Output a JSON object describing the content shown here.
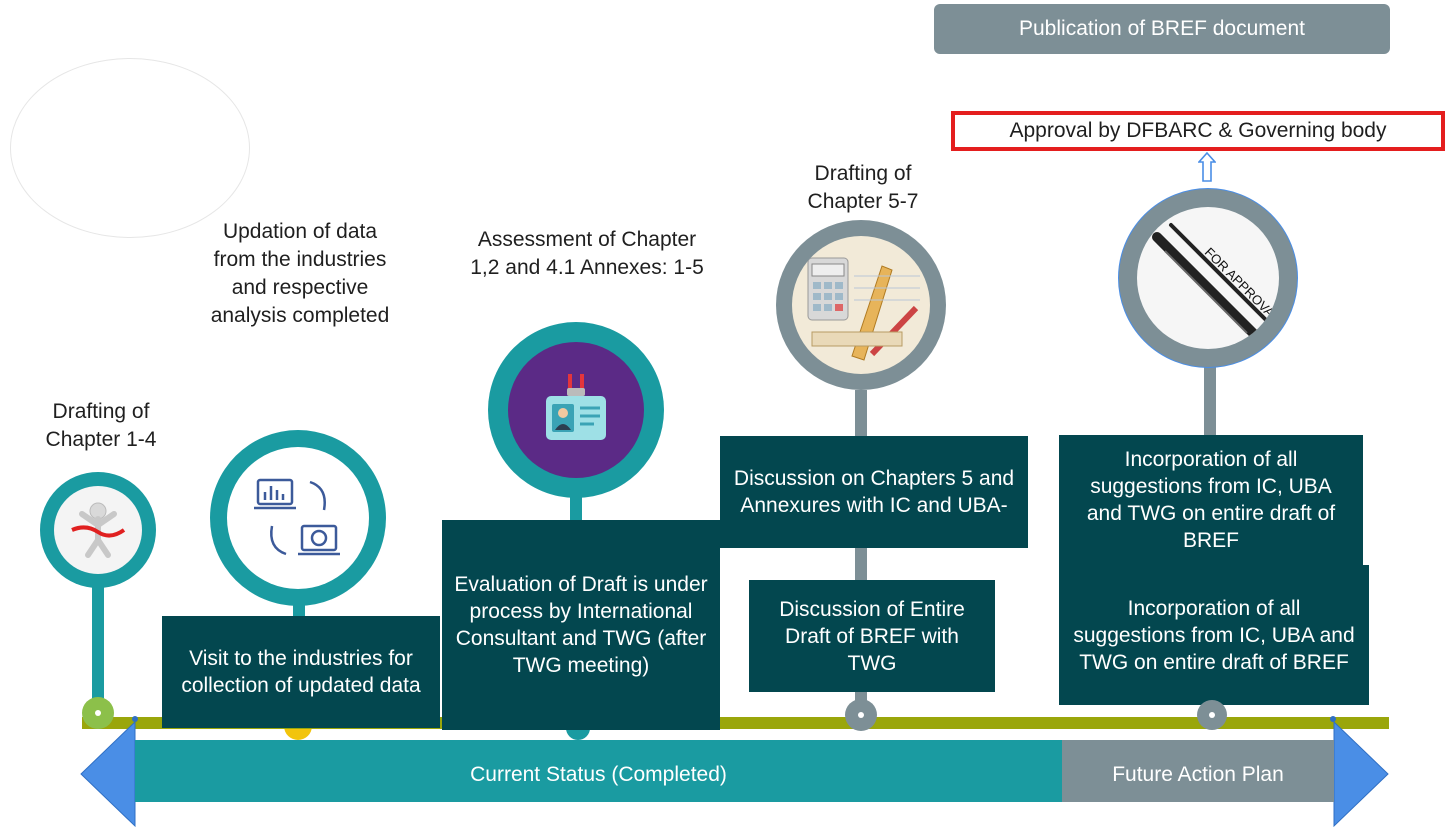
{
  "publication": "Publication of BREF document",
  "approval": "Approval by DFBARC & Governing body",
  "milestones": {
    "m1_title": "Drafting of Chapter 1-4",
    "m2_title": "Updation of data from the industries and respective analysis completed",
    "m2_box": "Visit to the industries for collection of updated data",
    "m3_title": "Assessment of Chapter 1,2 and 4.1 Annexes: 1-5",
    "m3_box": "Evaluation of Draft is under process by International Consultant and TWG (after TWG meeting)",
    "m4_title": "Drafting of Chapter 5-7",
    "m4_box1": "Discussion on Chapters 5 and Annexures with IC and UBA-",
    "m4_box2": "Discussion of Entire Draft of BREF with TWG",
    "m5_box1": "Incorporation of all suggestions from IC, UBA and TWG on entire draft of BREF",
    "m5_box2": "Incorporation of all suggestions from IC, UBA and TWG on entire draft of BREF",
    "m5_badge": "FOR APPROVAL"
  },
  "timeline": {
    "current": "Current Status (Completed)",
    "future": "Future Action Plan"
  },
  "colors": {
    "teal": "#1a9ba1",
    "dark": "#03474f",
    "grey": "#7d8f96",
    "olive": "#9aa60b",
    "blue": "#4a8ee6",
    "red": "#e41e1e"
  }
}
